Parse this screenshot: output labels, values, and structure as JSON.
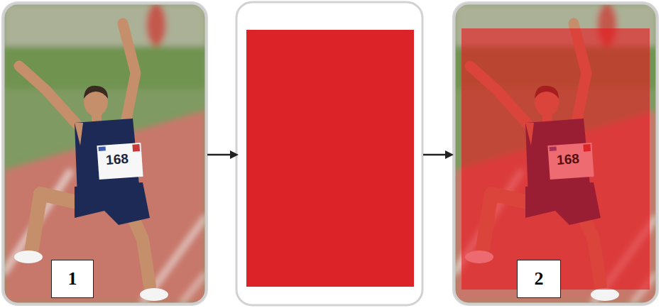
{
  "diagram": {
    "nodes": [
      {
        "text": [
          "1"
        ]
      },
      {
        "text": [
          "2"
        ]
      }
    ],
    "labels": [
      "168",
      "168"
    ]
  }
}
